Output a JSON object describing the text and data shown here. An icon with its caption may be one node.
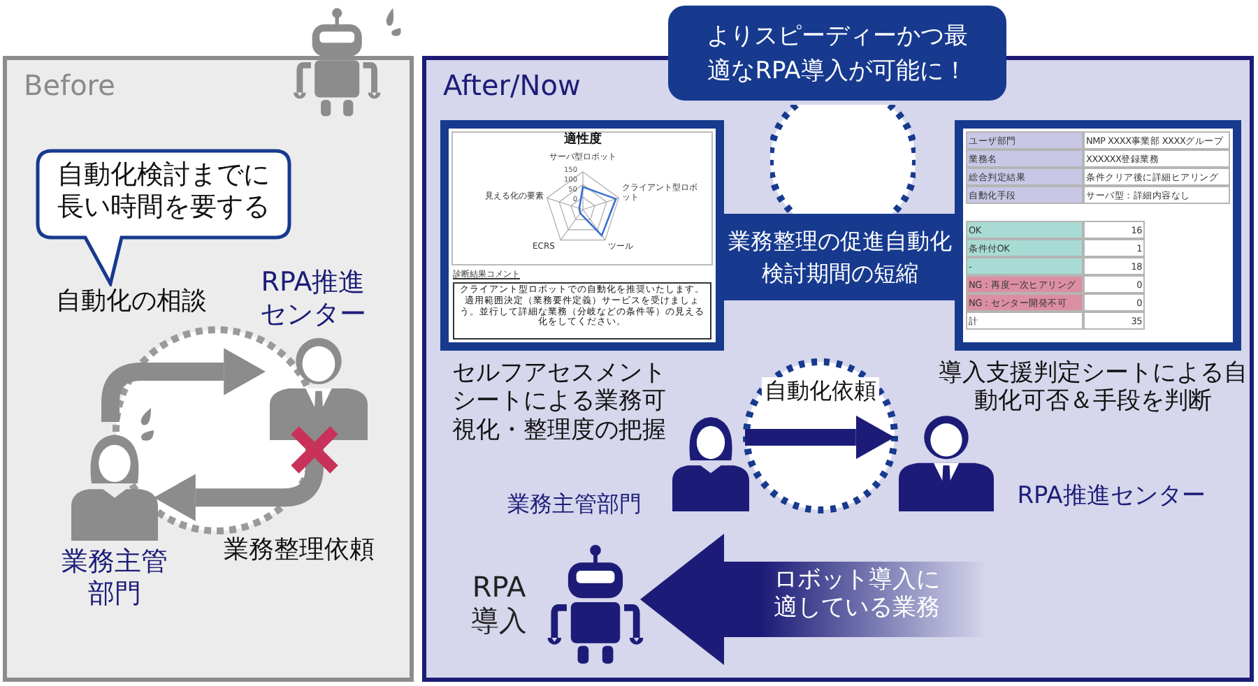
{
  "diagram": {
    "nodes": [
      {
        "text": [
          "Before"
        ]
      },
      {
        "text": [
          "自動化検討までに長い時間を要する"
        ],
        "in": 0
      },
      {
        "text": [],
        "shape": "person",
        "beside": [
          "RPA推進センター"
        ],
        "in": 0
      },
      {
        "text": [],
        "shape": "person",
        "beside": [
          "業務主管部門"
        ],
        "in": 0
      },
      {
        "text": [
          "After/Now"
        ]
      },
      {
        "text": [
          "よりスピーディーかつ最適なRPA導入が可能に！"
        ]
      },
      {
        "text": [],
        "shape": "circle",
        "in": 4
      },
      {
        "text": [
          "適性度",
          "サーバ型ロボット",
          "150",
          "100",
          "50",
          "0",
          "クライアント型ロボット",
          "ツール",
          "ECRS",
          "見える化の要素",
          "診断結果コメント",
          "クライアント型ロボットでの自動化を推奨いたします。適用範囲決定（業務要件定義）サービスを受けましょう。並行して詳細な業務（分岐などの条件等）の見える化をしてください。"
        ],
        "in": 4
      },
      {
        "text": [
          "業務整理の促進自動化検討期間の短縮"
        ],
        "in": 4
      },
      {
        "text": [
          "ユーザ部門",
          "NMP XXXX事業部 XXXXグループ",
          "業務名",
          "XXXXXX登録業務",
          "総合判定結果",
          "条件クリア後に詳細ヒアリング",
          "自動化手段",
          "サーバ型：詳細内容なし",
          "OK",
          "16",
          "条件付OK",
          "1",
          "-",
          "18",
          "NG：再度一次ヒアリング",
          "0",
          "NG：センター開発不可",
          "0",
          "計",
          "35"
        ],
        "in": 4
      },
      {
        "text": [],
        "shape": "person",
        "beside": [
          "セルフアセスメントシートによる業務可視化・整理度の把握",
          "業務主管部門"
        ],
        "in": 4
      },
      {
        "text": [],
        "shape": "person",
        "beside": [
          "導入支援判定シートによる自動化可否＆手段を判断",
          "RPA推進センター"
        ],
        "in": 4
      },
      {
        "text": [],
        "shape": "picture",
        "beside": [
          "RPA導入"
        ],
        "in": 4
      }
    ],
    "edges": [
      {
        "from": 3,
        "to": 2,
        "arrow": "to",
        "label": "自動化の相談",
        "color": "#8c8c8c"
      },
      {
        "from": 2,
        "to": 3,
        "arrow": "to",
        "label": "業務整理依頼",
        "color": "#8c8c8c"
      },
      {
        "from": 10,
        "to": 11,
        "arrow": "to",
        "label": "自動化依頼",
        "color": "#1c1c78"
      },
      {
        "from": null,
        "to": 12,
        "arrow": "to",
        "label": "ロボット導入に適している業務",
        "color": "#1c1c78"
      }
    ]
  }
}
